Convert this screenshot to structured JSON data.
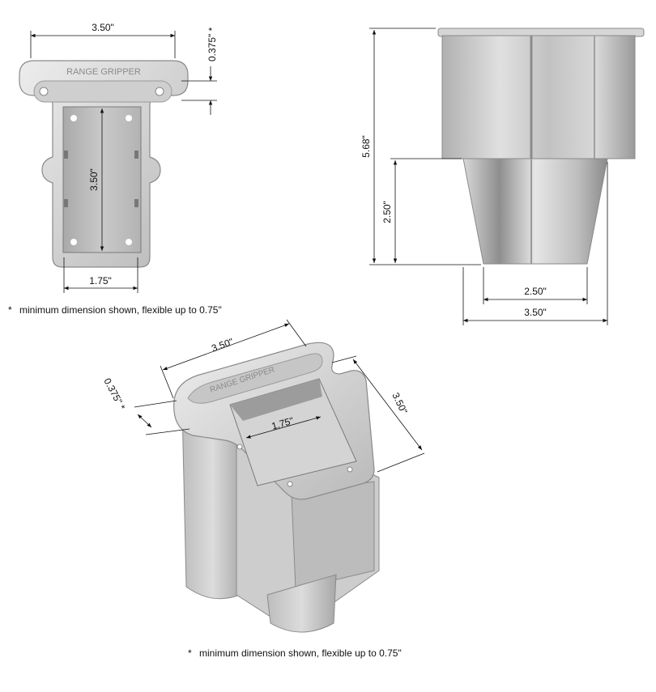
{
  "product": {
    "brand_text": "RANGE GRIPPER"
  },
  "top_view": {
    "width": "3.50\"",
    "slot_offset": "0.375\" *",
    "depth": "3.50\"",
    "inner_width": "1.75\""
  },
  "side_view": {
    "height": "5.68\"",
    "lower_height": "2.50\"",
    "bottom_width": "2.50\"",
    "overall_width": "3.50\""
  },
  "iso_view": {
    "width": "3.50\"",
    "slot_offset": "0.375\" *",
    "inner_width": "1.75\"",
    "depth": "3.50\""
  },
  "notes": {
    "top": "minimum dimension shown, flexible up to 0.75\"",
    "bottom": "minimum dimension shown, flexible up to 0.75\"",
    "asterisk": "*"
  },
  "colors": {
    "part_light": "#e2e2e2",
    "part_mid": "#c4c4c4",
    "part_dark": "#8c8c8c",
    "line": "#111111"
  }
}
